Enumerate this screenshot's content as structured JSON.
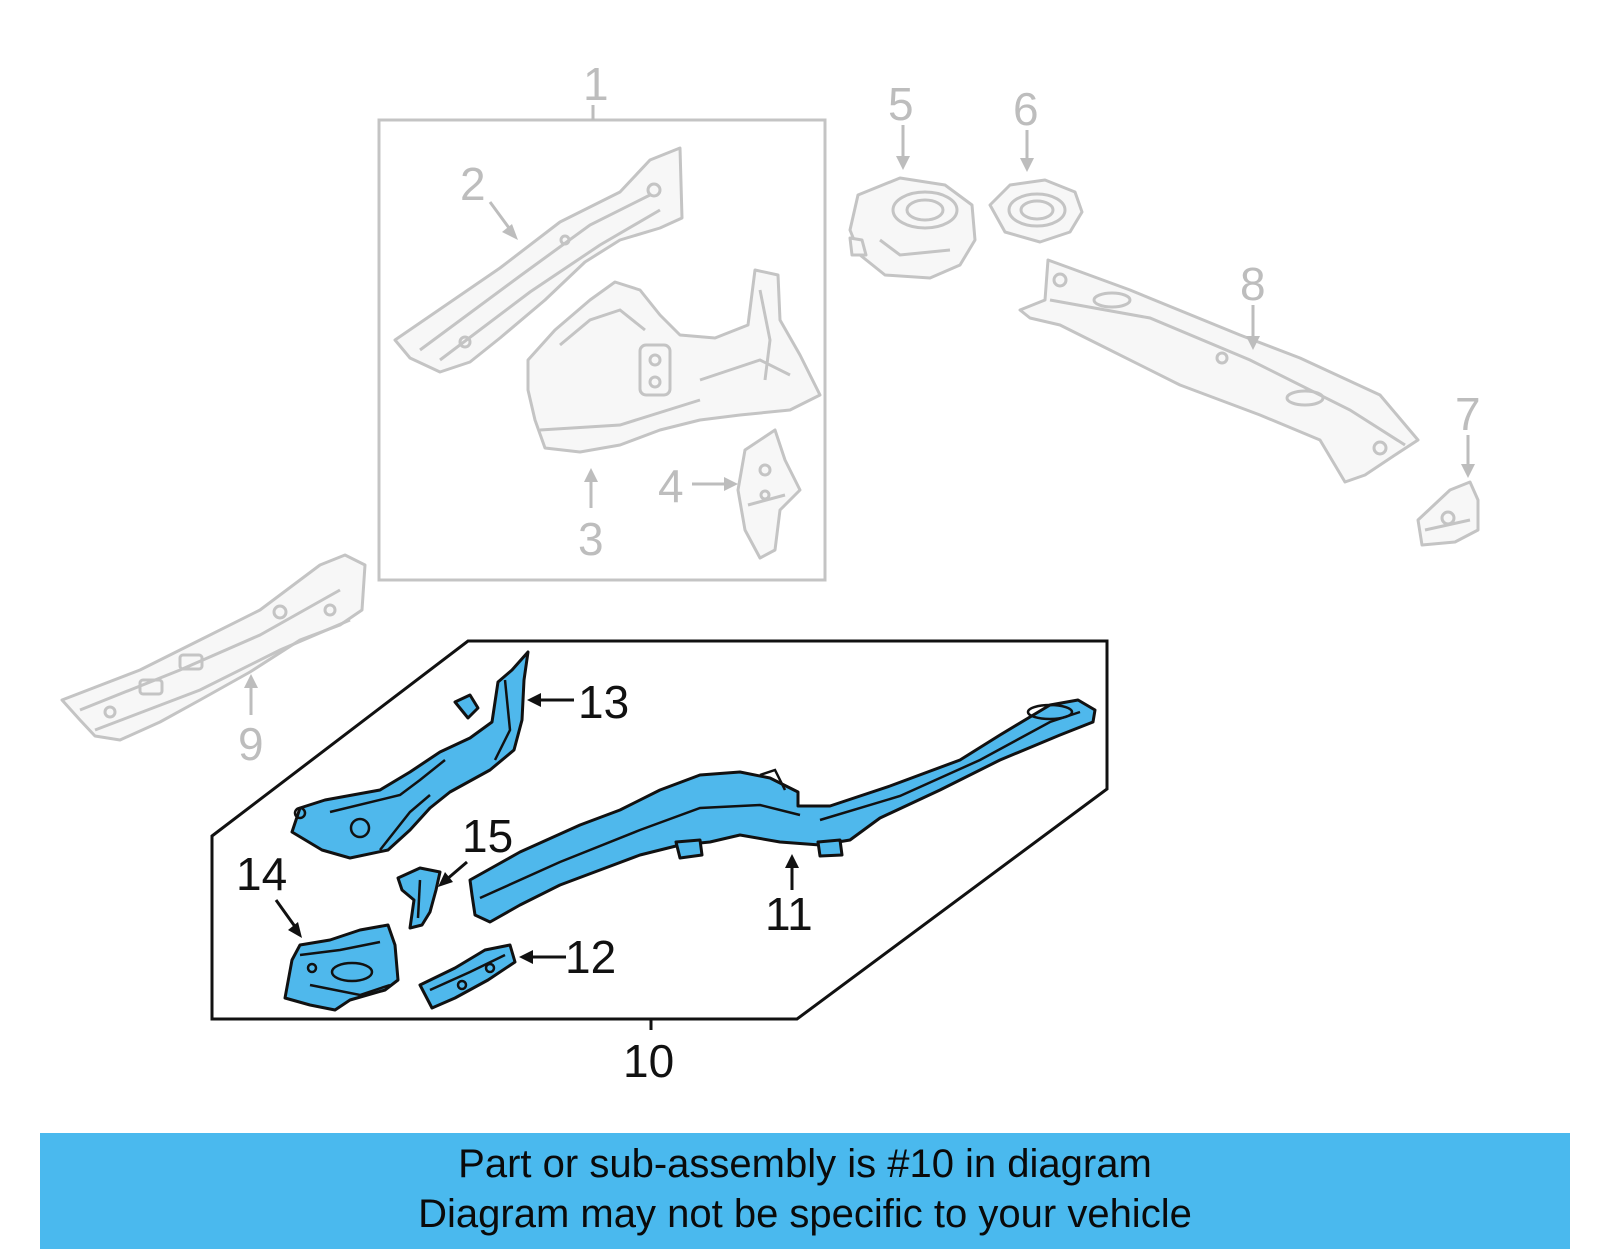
{
  "callouts": {
    "c1": "1",
    "c2": "2",
    "c3": "3",
    "c4": "4",
    "c5": "5",
    "c6": "6",
    "c7": "7",
    "c8": "8",
    "c9": "9",
    "c10": "10",
    "c11": "11",
    "c12": "12",
    "c13": "13",
    "c14": "14",
    "c15": "15"
  },
  "banner": {
    "line1": "Part or sub-assembly is #10 in diagram",
    "line2": "Diagram may not be specific to your vehicle"
  },
  "colors": {
    "highlight": "#4fb8ec",
    "banner": "#4ab9ee",
    "ghost_stroke": "#c4c4c4",
    "label_grey": "#bdbdbd"
  }
}
